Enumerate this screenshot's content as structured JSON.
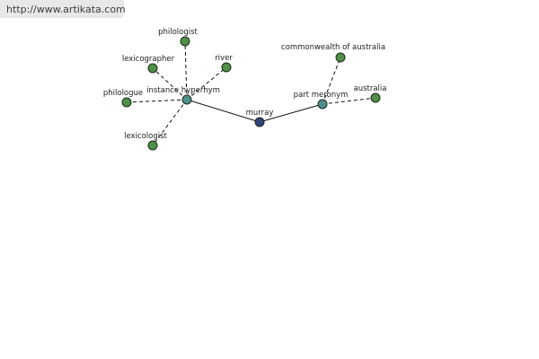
{
  "watermark": {
    "text": "http://www.artikata.com"
  },
  "colors": {
    "root": "#34437a",
    "relation": "#4e8f8c",
    "leaf": "#4f8f46"
  },
  "graph": {
    "root": {
      "id": "murray",
      "label": "murray"
    },
    "relations": [
      {
        "id": "instance-hyperhym",
        "label": "instance hyperhym"
      },
      {
        "id": "part-meronym",
        "label": "part meronym"
      }
    ],
    "leaves": [
      {
        "id": "philologist",
        "label": "philologist",
        "parent": "instance-hyperhym"
      },
      {
        "id": "lexicographer",
        "label": "lexicographer",
        "parent": "instance-hyperhym"
      },
      {
        "id": "river",
        "label": "river",
        "parent": "instance-hyperhym"
      },
      {
        "id": "philologue",
        "label": "philologue",
        "parent": "instance-hyperhym"
      },
      {
        "id": "lexicologist",
        "label": "lexicologist",
        "parent": "instance-hyperhym"
      },
      {
        "id": "commonwealth-of-australia",
        "label": "commonwealth of australia",
        "parent": "part-meronym"
      },
      {
        "id": "australia",
        "label": "australia",
        "parent": "part-meronym"
      }
    ]
  }
}
